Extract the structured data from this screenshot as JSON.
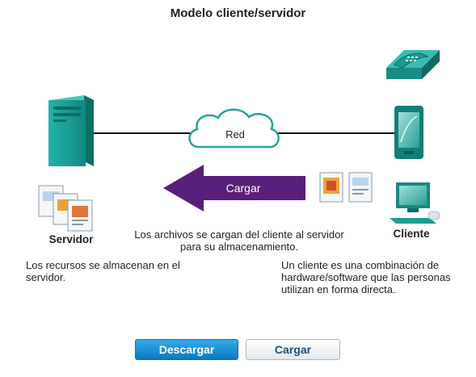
{
  "title": "Modelo cliente/servidor",
  "network_label": "Red",
  "arrow_label": "Cargar",
  "server_label": "Servidor",
  "client_label": "Cliente",
  "caption": "Los archivos se cargan del cliente al servidor para su almacenamiento.",
  "server_desc": "Los recursos se almacenan en el servidor.",
  "client_desc": "Un cliente es una combinación de hardware/software que las personas utilizan en forma directa.",
  "buttons": {
    "download": "Descargar",
    "upload": "Cargar"
  },
  "colors": {
    "device": "#1a9a93",
    "arrow": "#5a1f7a",
    "button": "#1a8fd8"
  },
  "icons": [
    "server-icon",
    "cloud-icon",
    "phone-icon",
    "tablet-icon",
    "desktop-computer-icon",
    "documents-icon",
    "arrow-left-icon"
  ]
}
